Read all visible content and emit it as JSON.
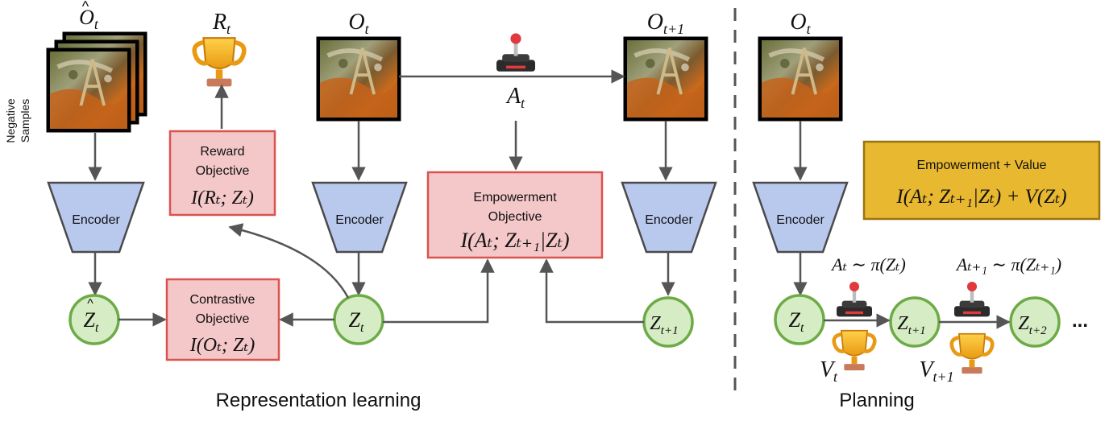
{
  "diagram": {
    "images": {
      "neg_label": "O",
      "neg_side_label": [
        "Negative",
        "Samples"
      ],
      "o_t": "O",
      "o_t_sub": "t",
      "o_next": "O",
      "o_next_sub": "t+1",
      "plan_o": "O",
      "plan_o_sub": "t"
    },
    "reward_label": "R",
    "reward_sub": "t",
    "action_label": "A",
    "action_sub": "t",
    "encoder_label": "Encoder",
    "boxes": {
      "reward": {
        "line1": "Reward",
        "line2": "Objective",
        "formula": "I(Rₜ; Zₜ)"
      },
      "contrastive": {
        "line1": "Contrastive",
        "line2": "Objective",
        "formula": "I(Oₜ; Zₜ)"
      },
      "empowerment": {
        "line1": "Empowerment",
        "line2": "Objective",
        "formula": "I(Aₜ; Zₜ₊₁|Zₜ)"
      },
      "plan": {
        "line1": "Empowerment + Value",
        "formula": "I(Aₜ; Zₜ₊₁|Zₜ) + V(Zₜ)"
      }
    },
    "nodes": {
      "zhat": "Z",
      "zhat_sub": "t",
      "z_t": "Z",
      "z_t_sub": "t",
      "z_next": "Z",
      "z_next_sub": "t+1",
      "plan_z1": "Z",
      "plan_z1_sub": "t",
      "plan_z2": "Z",
      "plan_z2_sub": "t+1",
      "plan_z3": "Z",
      "plan_z3_sub": "t+2",
      "ellipsis": "..."
    },
    "policy": {
      "p1": "Aₜ ∼ π(Zₜ)",
      "p2": "Aₜ₊₁ ∼ π(Zₜ₊₁)"
    },
    "values": {
      "v1": "V",
      "v1_sub": "t",
      "v2": "V",
      "v2_sub": "t+1"
    },
    "captions": {
      "left": "Representation learning",
      "right": "Planning"
    },
    "colors": {
      "objective_fill": "#f4c7c9",
      "objective_border": "#d9534f",
      "encoder_fill": "#b9c9ee",
      "node_fill": "#d6ecc4",
      "node_border": "#6cab45",
      "plan_box_fill": "#e8b830"
    }
  }
}
